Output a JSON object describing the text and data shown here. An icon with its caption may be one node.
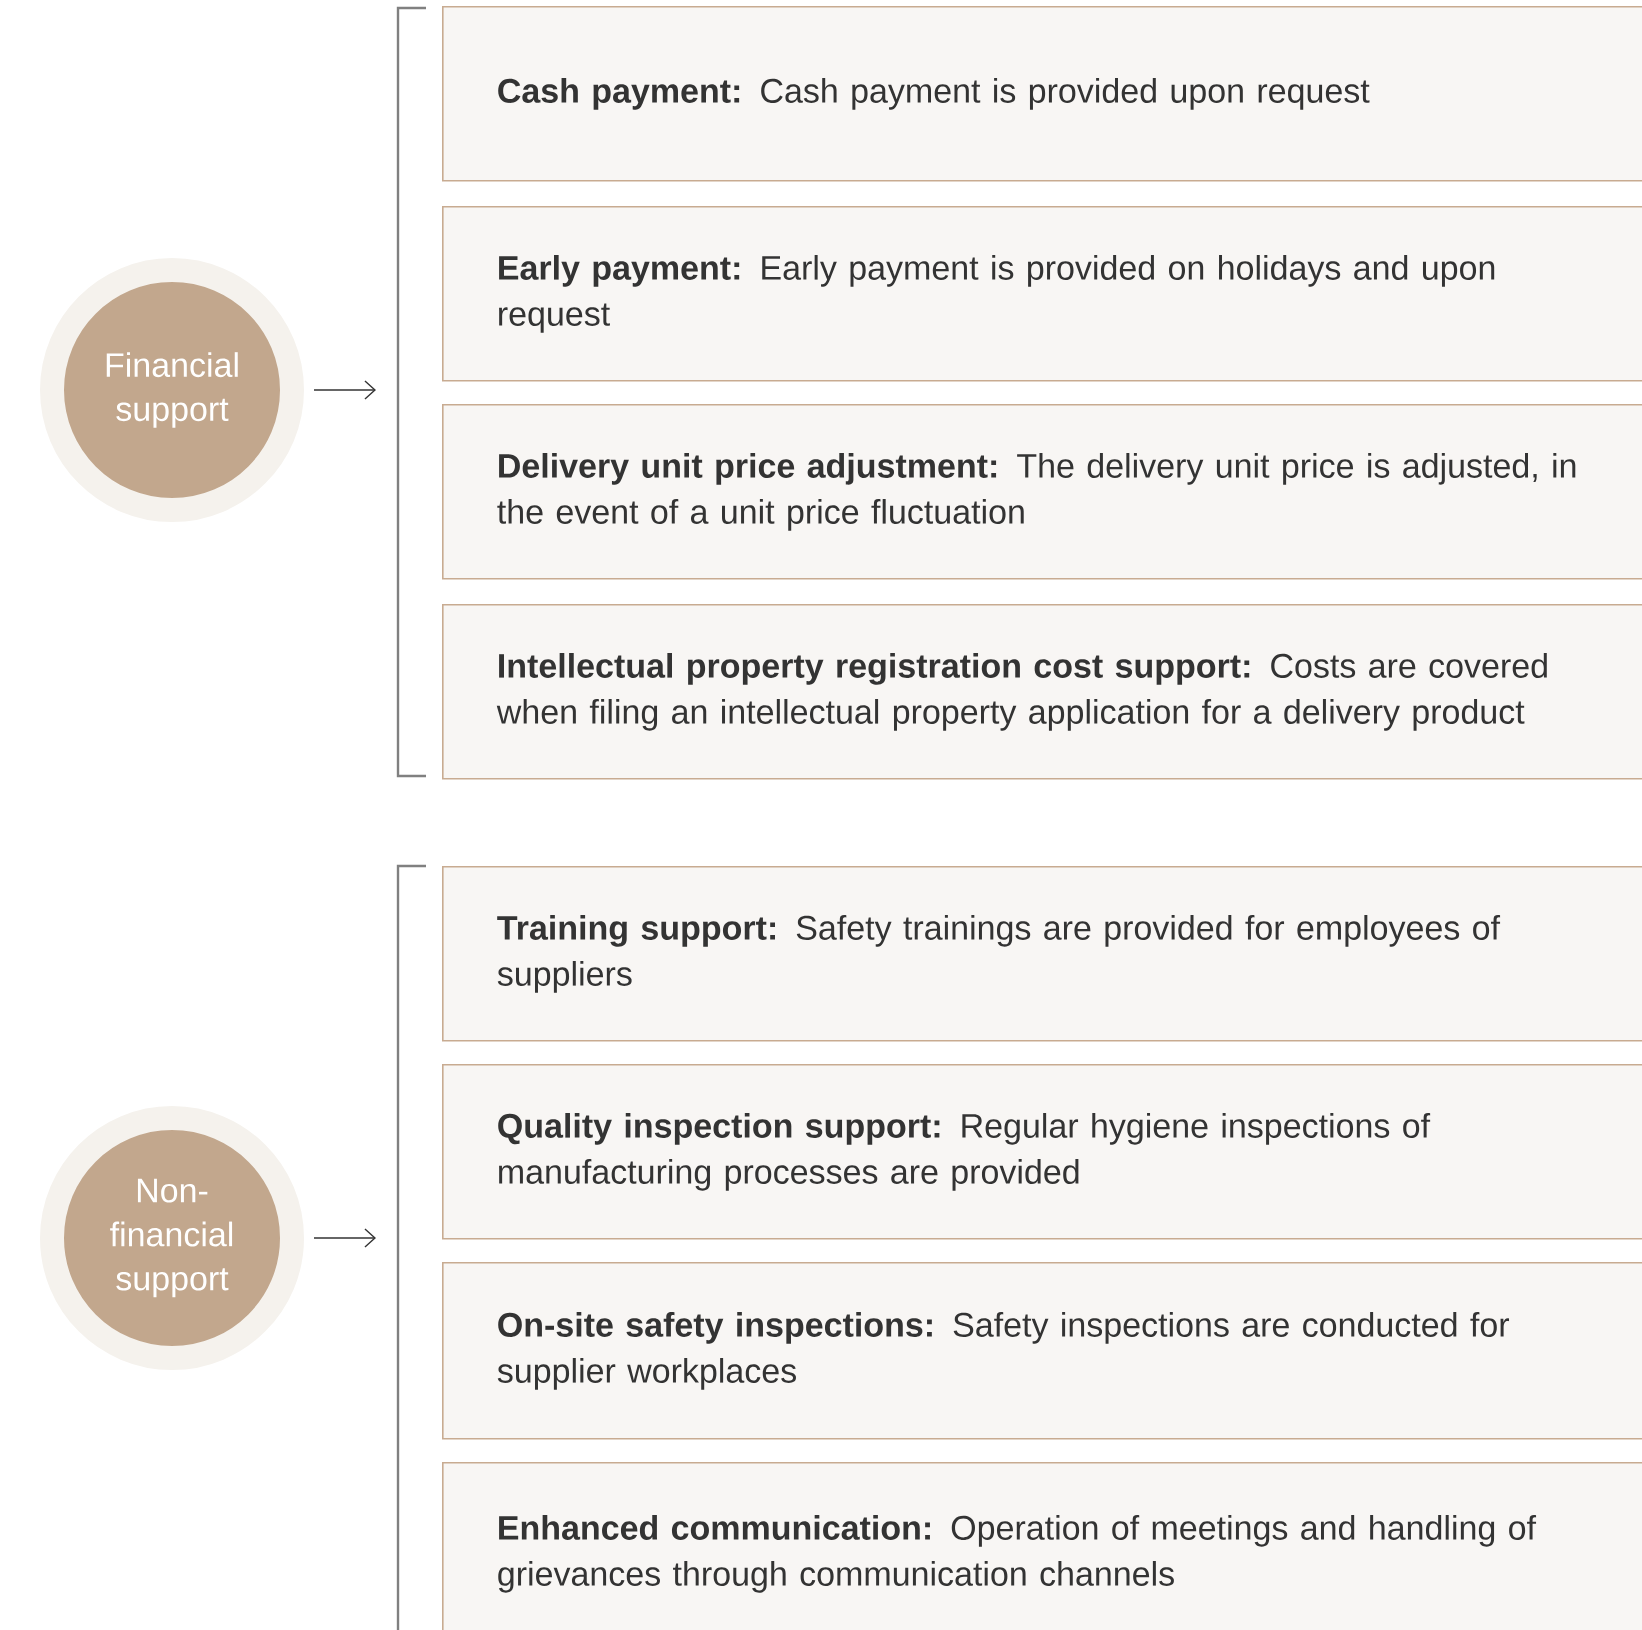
{
  "diagram": {
    "nodes": [
      {
        "text": [
          "Financial support"
        ]
      },
      {
        "text": [],
        "shape": "bracket"
      },
      {
        "text": [
          "**Cash payment:** Cash payment is provided upon request"
        ]
      },
      {
        "text": [
          "**Early payment:** Early payment is provided on holidays and upon request"
        ]
      },
      {
        "text": [
          "**Delivery unit price adjustment:** The delivery unit price is adjusted, in the event of a unit price fluctuation"
        ]
      },
      {
        "text": [
          "**Intellectual property registration cost support:** Costs are covered when filing an intellectual property application for a delivery product"
        ]
      },
      {
        "text": [
          "Non-financial support"
        ]
      },
      {
        "text": [],
        "shape": "bracket"
      },
      {
        "text": [
          "**Training support:** Safety trainings are provided for employees of suppliers"
        ]
      },
      {
        "text": [
          "**Quality inspection support:** Regular hygiene inspections of manufacturing processes are provided"
        ]
      },
      {
        "text": [
          "**On-site safety inspections:** Safety inspections are conducted for supplier workplaces"
        ]
      },
      {
        "text": [
          "**Enhanced communication:** Operation of meetings and handling of grievances through communication channels"
        ]
      }
    ],
    "edges": [
      {
        "from": 0,
        "to": 1,
        "arrow": "to"
      },
      {
        "from": 6,
        "to": 7,
        "arrow": "to"
      }
    ]
  }
}
